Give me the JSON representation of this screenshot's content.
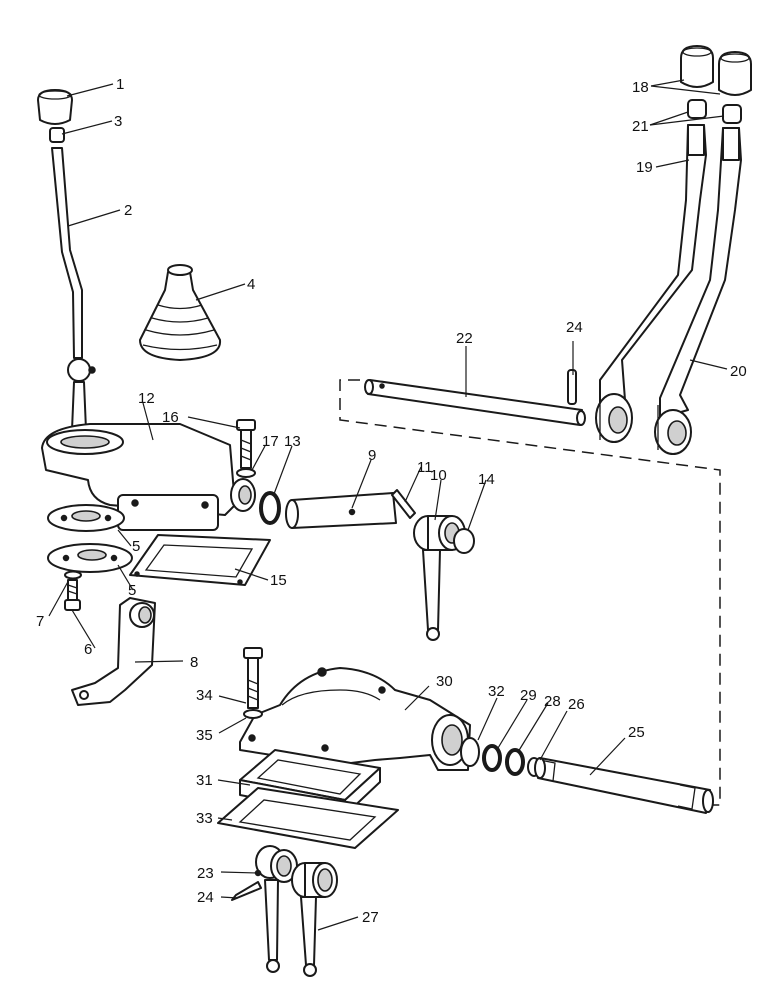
{
  "callouts": {
    "c1": "1",
    "c2": "2",
    "c3": "3",
    "c4": "4",
    "c5a": "5",
    "c5b": "5",
    "c6": "6",
    "c7": "7",
    "c8": "8",
    "c9": "9",
    "c10": "10",
    "c11": "11",
    "c12": "12",
    "c13": "13",
    "c14": "14",
    "c15": "15",
    "c16": "16",
    "c17": "17",
    "c18": "18",
    "c19": "19",
    "c20": "20",
    "c21": "21",
    "c22": "22",
    "c23": "23",
    "c24a": "24",
    "c24b": "24",
    "c25": "25",
    "c26": "26",
    "c27": "27",
    "c28": "28",
    "c29": "29",
    "c30": "30",
    "c31": "31",
    "c32": "32",
    "c33": "33",
    "c34": "34",
    "c35": "35"
  }
}
